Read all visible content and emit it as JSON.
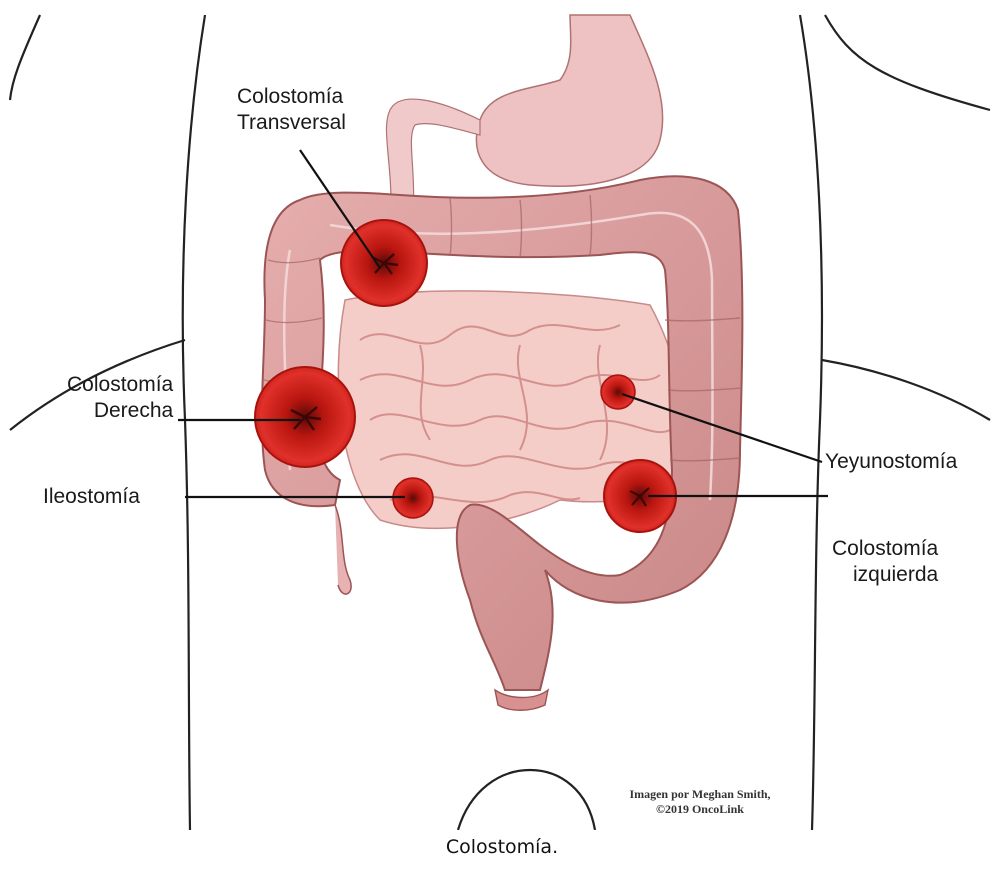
{
  "labels": {
    "transversal_1": "Colostomía",
    "transversal_2": "Transversal",
    "derecha_1": "Colostomía",
    "derecha_2": "Derecha",
    "ileostomia": "Ileostomía",
    "yeyunostomia": "Yeyunostomía",
    "izquierda_1": "Colostomía",
    "izquierda_2": "izquierda"
  },
  "credit": {
    "line1": "Imagen por Meghan Smith,",
    "line2": "©2019 OncoLink"
  },
  "caption": "Colostomía.",
  "colors": {
    "colon": "#d99a9a",
    "colon_outline": "#a05a5a",
    "small_intestine": "#f2c4c0",
    "stomach": "#eec2c2",
    "stoma": "#d8241e",
    "leader_line": "#111111"
  }
}
